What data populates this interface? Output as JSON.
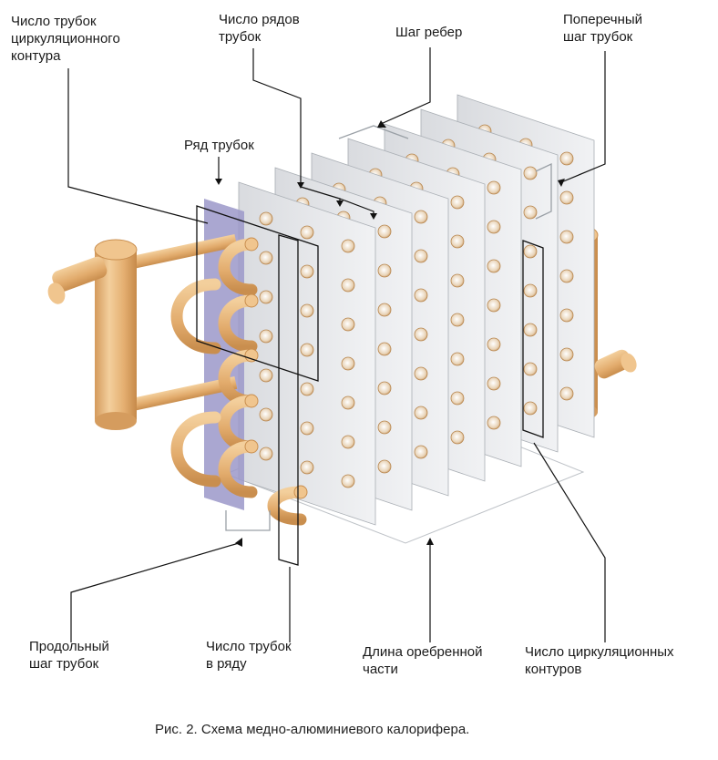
{
  "labels": {
    "circuit_tubes": [
      "Число трубок",
      "циркуляционного",
      "контура"
    ],
    "tube_rows_count": [
      "Число рядов",
      "трубок"
    ],
    "fin_pitch": [
      "Шаг ребер"
    ],
    "transverse_pitch": [
      "Поперечный",
      "шаг трубок"
    ],
    "tube_row": [
      "Ряд трубок"
    ],
    "longitudinal_pitch": [
      "Продольный",
      "шаг трубок"
    ],
    "tubes_in_row": [
      "Число трубок",
      "в ряду"
    ],
    "finned_length": [
      "Длина оребренной",
      "части"
    ],
    "circuits_count": [
      "Число циркуляционных",
      "контуров"
    ]
  },
  "caption": "Рис. 2. Схема медно-алюминиевого калорифера.",
  "colors": {
    "copper": "#e8b57a",
    "copper_dark": "#c98e4e",
    "fin": "#e3e5e8",
    "row_highlight": "#9b98c9",
    "line": "#111111"
  }
}
